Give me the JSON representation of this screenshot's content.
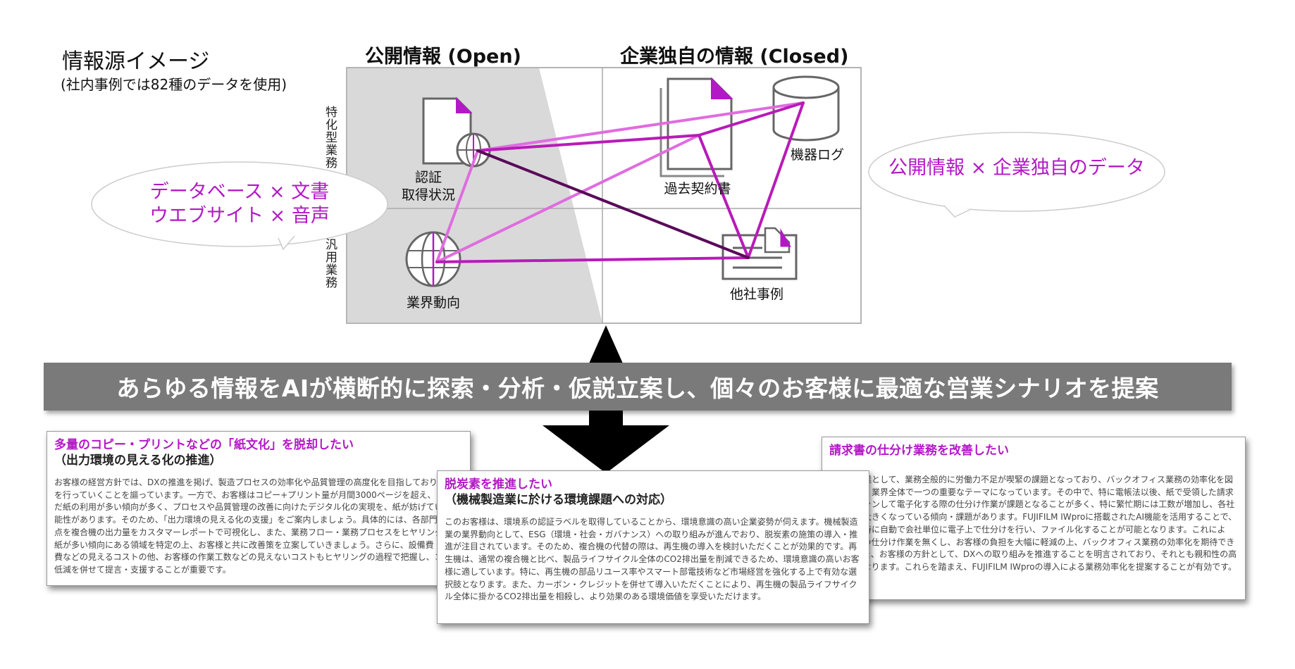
{
  "title": "情報源イメージ",
  "subtitle": "(社内事例では82種のデータを使用)",
  "columns": {
    "open": "公開情報 (Open)",
    "closed": "企業独自の情報 (Closed)"
  },
  "rows": {
    "specialized": "特化型業務",
    "general": "汎用業務"
  },
  "nodes": {
    "certification": [
      "認証",
      "取得状況"
    ],
    "industry_trends": "業界動向",
    "past_contracts": "過去契約書",
    "device_logs": "機器ログ",
    "other_cases": "他社事例"
  },
  "bubbles": {
    "left": [
      "データベース × 文書",
      "ウエブサイト × 音声"
    ],
    "right": "公開情報 × 企業独自のデータ"
  },
  "banner": "あらゆる情報をAIが横断的に探索・分析・仮説立案し、個々のお客様に最適な営業シナリオを提案",
  "cards": [
    {
      "title": "多量のコピー・プリントなどの「紙文化」を脱却したい",
      "subtitle": "（出力環境の見える化の推進）",
      "body": "お客様の経営方針では、DXの推進を掲げ、製造プロセスの効率化や品質管理の高度化を目指しており、投資を行っていくことを謳っています。一方で、お客様はコピー+プリント量が月間3000ページを超え、まだまだ紙の利用が多い傾向が多く、プロセスや品質管理の改善に向けたデジタル化の実現を、紙が妨げている可能性があります。そのため、「出力環境の見える化の支援」をご案内しましょう。具体的には、各部門・各拠点を複合機の出力量をカスタマーレポートで可視化し、また、業務フロー・業務プロセスをヒヤリングし、紙が多い傾向にある領域を特定の上、お客様と共に改善策を立案していきましょう。さらに、設備費・印刷費などの見えるコストの他、お客様の作業工数などの見えないコストもヒヤリングの過程で把握し、コスト低減を併せて提言・支援することが重要です。"
    },
    {
      "title": "脱炭素を推進したい",
      "subtitle": "（機械製造業に於ける環境課題への対応）",
      "body": "このお客様は、環境系の認証ラベルを取得していることから、環境意識の高い企業姿勢が伺えます。機械製造業の業界動向として、ESG（環境・社会・ガバナンス）への取り組みが進んでおり、脱炭素の施策の導入・推進が注目されています。そのため、複合機の代替の際は、再生機の導入を検討いただくことが効果的です。再生機は、通常の複合機と比べ、製品ライフサイクル全体のCO2排出量を削減できるため、環境意識の高いお客様に適しています。特に、再生機の部品リユース率やスマート部電技術など市場経営を強化する上で有効な選択肢となります。また、カーボン・クレジットを併せて導入いただくことにより、再生機の製品ライフサイクル全体に掛かるCO2排出量を相殺し、より効果のある環境価値を享受いただけます。"
    },
    {
      "title": "請求書の仕分け業務を改善したい",
      "subtitle": "",
      "body": "機械製造業として、業務全般的に労働力不足が喫緊の課題となっており、バックオフィス業務の効率化を図ることは、業界全体で一つの重要なテーマになっています。その中で、特に電帳法以後、紙で受領した請求書をスキャンして電子化する際の仕分け作業が課題となることが多く、特に繁忙期には工数が増加し、各社で負担が大きくなっている傾向・課題があります。FUJIFILM IWproに搭載されたAI機能を活用することで、スキャン時に自動で会社単位に電子上で仕分けを行い、ファイル化することが可能となります。これにより、人手の仕分け作業を無くし、お客様の負担を大幅に軽減の上、バックオフィス業務の効率化を期待できます。また、お客様の方針として、DXへの取り組みを推進することを明言されており、それとも親和性の高い提案となります。これらを踏まえ、FUJIFILM IWproの導入による業務効率化を提案することが有効です。"
    }
  ],
  "colors": {
    "accent": "#b318c6",
    "line_light": "#e06ce0",
    "line_mid": "#b81bb8",
    "line_dark": "#5a0a5a",
    "open_fill": "#d9d9d9",
    "banner": "#7a7a7a"
  },
  "icons": [
    "document-icon",
    "globe-icon",
    "stacked-documents-icon",
    "database-icon",
    "case-document-icon"
  ]
}
